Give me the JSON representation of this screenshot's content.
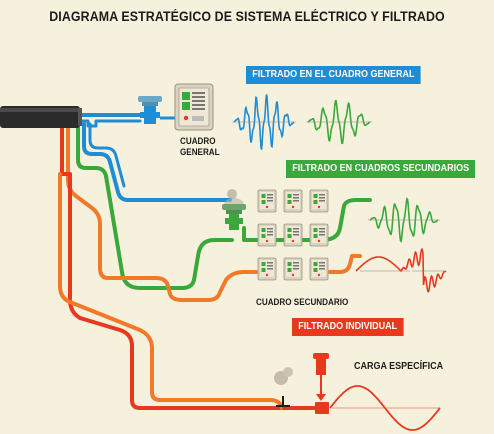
{
  "title": "DIAGRAMA ESTRATÉGICO DE SISTEMA ELÉCTRICO Y FILTRADO",
  "banners": {
    "general": "FILTRADO EN EL CUADRO GENERAL",
    "secundarios": "FILTRADO EN CUADROS SECUNDARIOS",
    "individual": "FILTRADO INDIVIDUAL"
  },
  "labels": {
    "cuadro_general_line1": "CUADRO",
    "cuadro_general_line2": "GENERAL",
    "cuadro_secundario": "CUADRO SECUNDARIO",
    "carga_especifica": "CARGA ESPECÍFICA"
  },
  "colors": {
    "background": "#f6f1dd",
    "blue": "#1f8dd6",
    "green": "#3aa83a",
    "red": "#e8391f",
    "orange": "#f07a2a",
    "cable": "#2b2b2b"
  }
}
